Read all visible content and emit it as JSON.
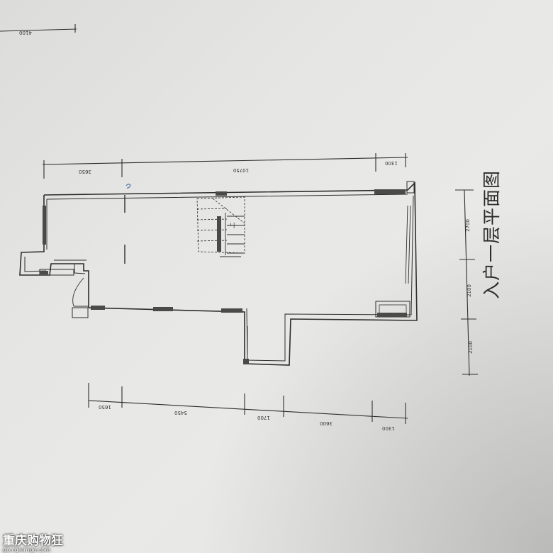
{
  "drawing": {
    "title": "入户一层平面图",
    "top_dims": {
      "corner": "4100",
      "segments": [
        "3650",
        "10750",
        "1300"
      ]
    },
    "bottom_dims": {
      "segments": [
        "1650",
        "5450",
        "1700",
        "3600",
        "1300"
      ]
    },
    "right_dims": {
      "segments": [
        "2700",
        "2100",
        "2100"
      ]
    },
    "stair_label": "上"
  },
  "watermark": {
    "name": "重庆购物狂",
    "url": "go.cqmmgo.com"
  }
}
